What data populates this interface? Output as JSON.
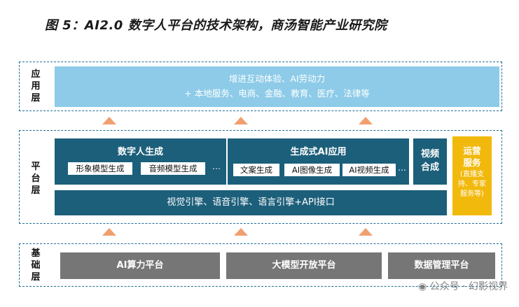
{
  "title": "图 5：AI2.0 数字人平台的技术架构，商汤智能产业研究院",
  "layers": {
    "application": {
      "label": "应用层",
      "line1": "增进互动体验、AI劳动力",
      "line2": "+ 本地服务、电商、金融、教育、医疗、法律等"
    },
    "platform": {
      "label": "平台层",
      "digital_human": {
        "title": "数字人生成",
        "items": [
          "形象模型生成",
          "音频模型生成"
        ],
        "more": "…"
      },
      "gen_ai": {
        "title": "生成式AI应用",
        "items": [
          "文案生成",
          "AI图像生成",
          "AI视频生成"
        ],
        "more": "…"
      },
      "video": "视频合成",
      "engine": "视觉引擎、语音引擎、语言引擎+API接口",
      "ops": {
        "title": "运营服务",
        "detail": "(直播支持、专家服务等)"
      }
    },
    "base": {
      "label": "基础层",
      "items": [
        "AI算力平台",
        "大模型开放平台",
        "数据管理平台"
      ]
    }
  },
  "watermark": "公众号 · 幻影视界",
  "colors": {
    "app": "#8dcbe8",
    "platform": "#1c5f7a",
    "ops": "#f2b90d",
    "base": "#767676",
    "arrow": "#f0a070",
    "dash": "#1f6f95"
  }
}
